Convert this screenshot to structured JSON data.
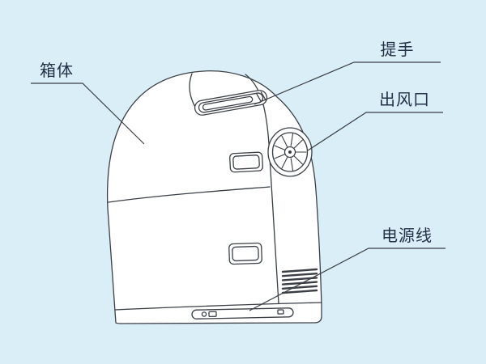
{
  "page": {
    "background_color": "#d9eef6"
  },
  "illustration": {
    "stroke_color": "#3a3f46",
    "fill_color": "#ffffff",
    "parts": [
      "cabinet-body",
      "top-handle",
      "air-outlet-fan",
      "front-grip-upper",
      "front-grip-lower",
      "vent-louvers",
      "base-plate",
      "power-inlet-slot"
    ]
  },
  "labels": {
    "text_color": "#223048",
    "body": {
      "text": "箱体"
    },
    "handle": {
      "text": "提手"
    },
    "air_outlet": {
      "text": "出风口"
    },
    "power_cord": {
      "text": "电源线"
    }
  }
}
